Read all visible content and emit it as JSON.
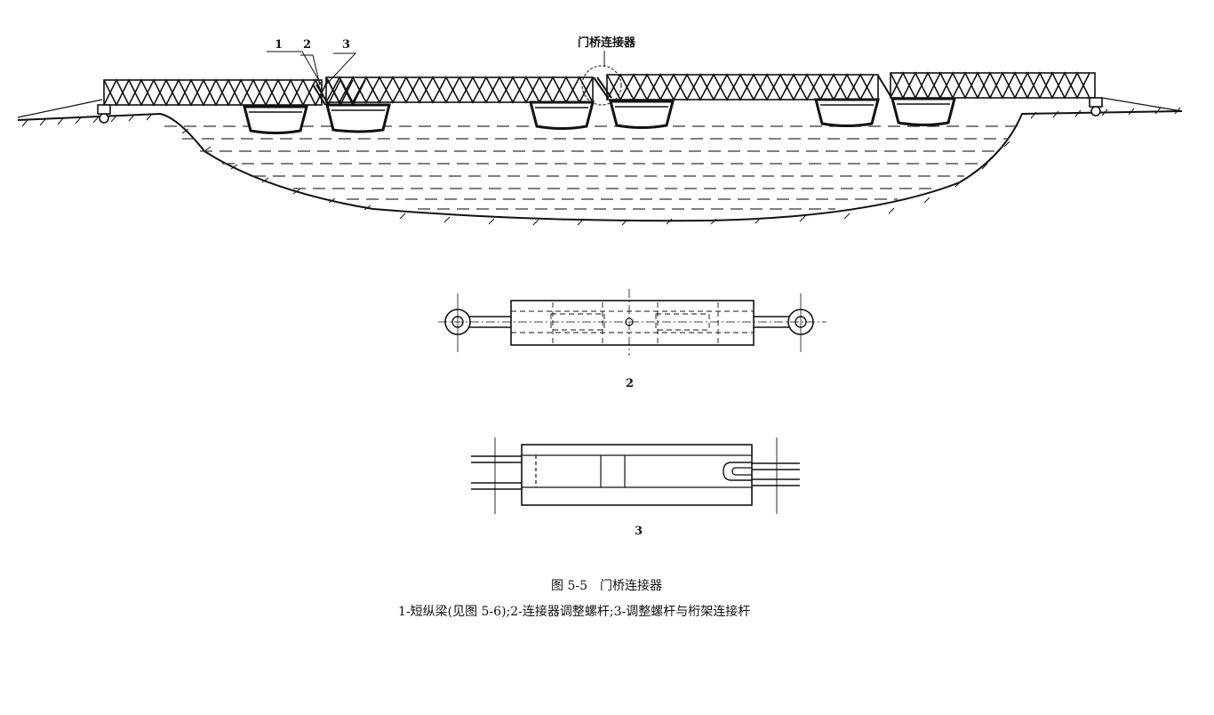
{
  "callouts": {
    "c1": "1",
    "c2": "2",
    "c3": "3",
    "connector": "门桥连接器"
  },
  "detail_labels": {
    "part2": "2",
    "part3": "3"
  },
  "caption": {
    "title": "图 5-5　门桥连接器",
    "legend": "1-短纵梁(见图 5-6);2-连接器调整螺杆;3-调整螺杆与桁架连接杆"
  }
}
